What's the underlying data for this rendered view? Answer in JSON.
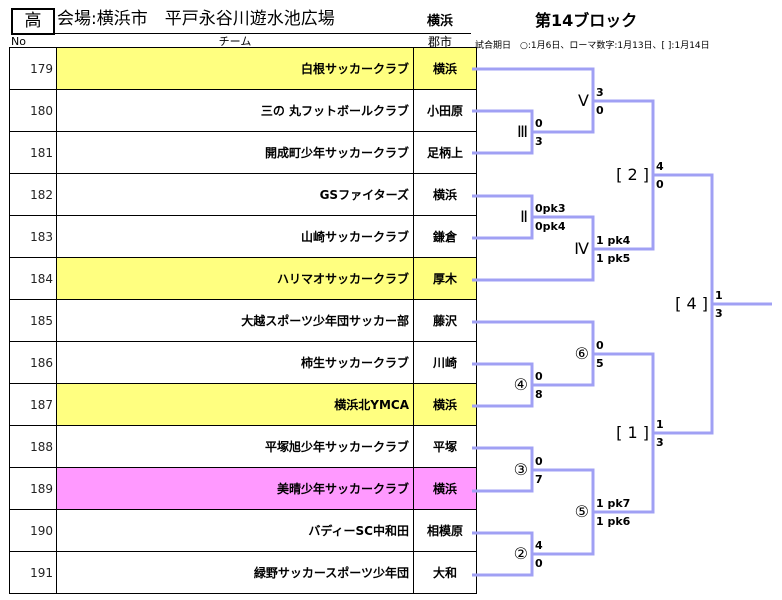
{
  "header": {
    "grade": "高",
    "venue": "会場:横浜市　平戸永谷川遊水池広場",
    "venue_city": "横浜",
    "block_title": "第14ブロック",
    "col_no": "No",
    "col_team": "チーム",
    "col_city": "郡市",
    "schedule_note": "試合期日　○:1月6日、ローマ数字:1月13日、[ ]:1月14日"
  },
  "teams": [
    {
      "no": "179",
      "name": "白根サッカークラブ",
      "city": "横浜",
      "highlight": "yellow"
    },
    {
      "no": "180",
      "name": "三の 丸フットボールクラブ",
      "city": "小田原",
      "highlight": ""
    },
    {
      "no": "181",
      "name": "開成町少年サッカークラブ",
      "city": "足柄上",
      "highlight": ""
    },
    {
      "no": "182",
      "name": "GSファイターズ",
      "city": "横浜",
      "highlight": ""
    },
    {
      "no": "183",
      "name": "山崎サッカークラブ",
      "city": "鎌倉",
      "highlight": ""
    },
    {
      "no": "184",
      "name": "ハリマオサッカークラブ",
      "city": "厚木",
      "highlight": "yellow"
    },
    {
      "no": "185",
      "name": "大越スポーツ少年団サッカー部",
      "city": "藤沢",
      "highlight": ""
    },
    {
      "no": "186",
      "name": "柿生サッカークラブ",
      "city": "川崎",
      "highlight": ""
    },
    {
      "no": "187",
      "name": "横浜北YMCA",
      "city": "横浜",
      "highlight": "yellow"
    },
    {
      "no": "188",
      "name": "平塚旭少年サッカークラブ",
      "city": "平塚",
      "highlight": ""
    },
    {
      "no": "189",
      "name": "美晴少年サッカークラブ",
      "city": "横浜",
      "highlight": "pink"
    },
    {
      "no": "190",
      "name": "バディーSC中和田",
      "city": "相模原",
      "highlight": ""
    },
    {
      "no": "191",
      "name": "緑野サッカースポーツ少年団",
      "city": "大和",
      "highlight": ""
    }
  ],
  "colors": {
    "bracket_line": "#A0A0F4",
    "highlight_yellow": "#FFFF80",
    "highlight_pink": "#FF99FF"
  },
  "matches": [
    {
      "id": "m3",
      "label": "Ⅲ",
      "top_score": "0",
      "bottom_score": "3"
    },
    {
      "id": "m5r",
      "label": "Ⅴ",
      "top_score": "3",
      "bottom_score": "0"
    },
    {
      "id": "m2r",
      "label": "Ⅱ",
      "top_score": "0pk3",
      "bottom_score": "0pk4"
    },
    {
      "id": "m4r",
      "label": "Ⅳ",
      "top_score": "1 pk4",
      "bottom_score": "1 pk5"
    },
    {
      "id": "b2",
      "label": "[ 2 ]",
      "top_score": "4",
      "bottom_score": "0"
    },
    {
      "id": "c4",
      "label": "④",
      "top_score": "0",
      "bottom_score": "8"
    },
    {
      "id": "c6",
      "label": "⑥",
      "top_score": "0",
      "bottom_score": "5"
    },
    {
      "id": "c3",
      "label": "③",
      "top_score": "0",
      "bottom_score": "7"
    },
    {
      "id": "c2",
      "label": "②",
      "top_score": "4",
      "bottom_score": "0"
    },
    {
      "id": "c5",
      "label": "⑤",
      "top_score": "1 pk7",
      "bottom_score": "1 pk6"
    },
    {
      "id": "b1",
      "label": "[ 1 ]",
      "top_score": "1",
      "bottom_score": "3"
    },
    {
      "id": "b4",
      "label": "[ 4 ]",
      "top_score": "1",
      "bottom_score": "3"
    }
  ]
}
